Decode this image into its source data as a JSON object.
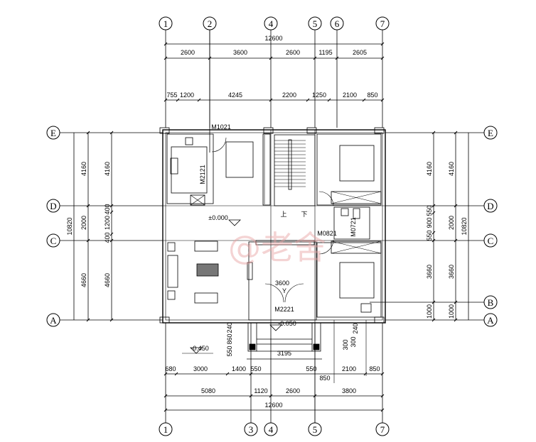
{
  "axes": {
    "top": [
      "1",
      "2",
      "4",
      "5",
      "6",
      "7"
    ],
    "bottom": [
      "1",
      "3",
      "4",
      "5",
      "7"
    ],
    "left": [
      "E",
      "D",
      "C",
      "A"
    ],
    "right": [
      "E",
      "D",
      "C",
      "B",
      "A"
    ]
  },
  "dimensions": {
    "top_total": "12600",
    "top_row2": [
      "2600",
      "3600",
      "2600",
      "1195",
      "2605"
    ],
    "top_row3": [
      "755",
      "1200",
      "4245",
      "2200",
      "1250",
      "2100",
      "850"
    ],
    "bottom_total": "12600",
    "bottom_row2": [
      "5080",
      "1120",
      "2600",
      "3800"
    ],
    "bottom_row3": [
      "680",
      "3000",
      "1400",
      "550",
      "550",
      "2100",
      "850"
    ],
    "bottom_misc": [
      "3195",
      "850",
      "240",
      "860",
      "550",
      "240",
      "300",
      "300"
    ],
    "left_total": "10820",
    "left_row1": [
      "4160",
      "2000",
      "4660"
    ],
    "left_row2": [
      "4160",
      "400",
      "1200",
      "400",
      "4660"
    ],
    "right_row1": [
      "4160",
      "550",
      "900",
      "550",
      "3660",
      "1000"
    ],
    "right_row2": [
      "4160",
      "2000",
      "3660",
      "1000"
    ],
    "right_total": "10820"
  },
  "labels": {
    "door_m1021": "M1021",
    "door_m2121": "M2121",
    "door_m0821": "M0821",
    "door_m0721": "M0721",
    "door_m2221": "M2221",
    "opening_3600": "3600",
    "stair_up": "上",
    "stair_down": "下",
    "level_main": "±0.000",
    "level_porch": "-0.050",
    "level_ground": "-0.450",
    "y_mark": "Y"
  },
  "watermark": "@老舍",
  "colors": {
    "line": "#000000",
    "watermark": "#e8a0a0"
  }
}
